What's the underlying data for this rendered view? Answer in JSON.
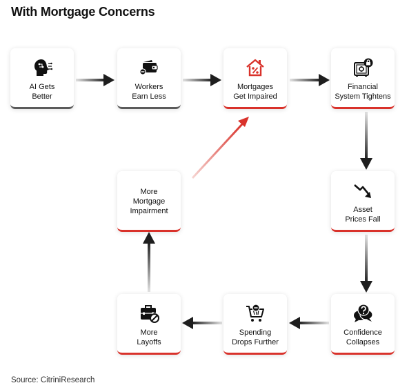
{
  "title": "With Mortgage Concerns",
  "source": "Source: CitriniResearch",
  "colors": {
    "accent": "#d9322b",
    "dark": "#2a2a2a"
  },
  "nodes": {
    "ai": {
      "label": "AI Gets\nBetter",
      "icon": "ai-head-icon"
    },
    "workers": {
      "label": "Workers\nEarn Less",
      "icon": "wallet-icon"
    },
    "mortgages": {
      "label": "Mortgages\nGet Impaired",
      "icon": "house-percent-icon"
    },
    "financial": {
      "label": "Financial\nSystem Tightens",
      "icon": "locked-safe-icon"
    },
    "asset": {
      "label": "Asset\nPrices Fall",
      "icon": "trend-down-icon"
    },
    "confidence": {
      "label": "Confidence\nCollapses",
      "icon": "question-bubbles-icon"
    },
    "spending": {
      "label": "Spending\nDrops Further",
      "icon": "cart-minus-icon"
    },
    "layoffs": {
      "label": "More\nLayoffs",
      "icon": "briefcase-ban-icon"
    },
    "impairment": {
      "label": "More\nMortgage\nImpairment"
    }
  }
}
